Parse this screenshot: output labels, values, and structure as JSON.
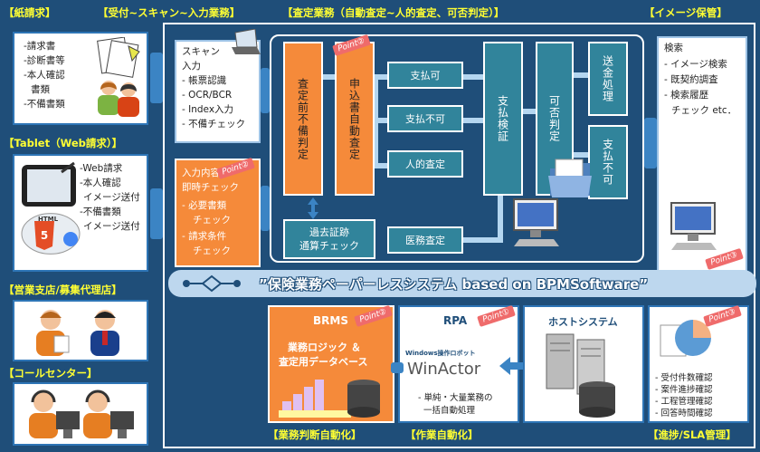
{
  "headers": {
    "paper": "【紙請求】",
    "scan": "【受付~スキャン~入力業務】",
    "assess": "【査定業務（自動査定~人的査定、可否判定）】",
    "image": "【イメージ保管】",
    "tablet": "【Tablet（Web請求）】",
    "branch": "【営業支店/募集代理店】",
    "callcenter": "【コールセンター】"
  },
  "paper_items": [
    "-請求書",
    "-診断書等",
    "-本人確認",
    "書類",
    "-不備書類"
  ],
  "tablet_items": [
    "-Web請求",
    "-本人確認",
    "イメージ送付",
    "-不備書類",
    "イメージ送付"
  ],
  "html_badge": "HTML",
  "scan_box": {
    "lines": [
      "スキャン",
      "入力",
      "- 帳票認識",
      "- OCR/BCR",
      "- Index入力",
      "- 不備チェック"
    ]
  },
  "input_box": {
    "lines": [
      "入力内容",
      "即時チェック",
      "- 必要書類",
      "チェック",
      "- 請求条件",
      "チェック"
    ],
    "point": "Point②"
  },
  "pre_check": {
    "label": "査定前不備判定"
  },
  "auto_assess": {
    "label": "申込書自動査定",
    "point": "Point②"
  },
  "pay_ok": "支払可",
  "pay_ng": "支払不可",
  "human_assess": "人的査定",
  "medical": "医務査定",
  "past_check": [
    "過去証跡",
    "通算チェック"
  ],
  "pay_verify": "支払検証",
  "judge": "可否判定",
  "remit": "送金処理",
  "pay_ng2": "支払不可",
  "image_box": {
    "lines": [
      "検索",
      "- イメージ検索",
      "- 既契約調査",
      "- 検索履歴",
      "チェック etc．"
    ],
    "point": "Point③"
  },
  "banner": "”保険業務ペーパーレスシステム based on BPMSoftware”",
  "brms": {
    "title": "BRMS",
    "point": "Point②",
    "lines": [
      "業務ロジック ＆",
      "査定用データベース"
    ],
    "footer": "【業務判断自動化】"
  },
  "rpa": {
    "title": "RPA",
    "point": "Point①",
    "logo_small": "Windows操作ロボット",
    "logo_big": "WinActor",
    "lines": [
      "- 単純・大量業務の",
      "一括自動処理"
    ],
    "footer": "【作業自動化】"
  },
  "host": {
    "title": "ホストシステム"
  },
  "sla": {
    "point": "Point③",
    "lines": [
      "- 受付件数確認",
      "- 案件進捗確認",
      "- 工程管理確認",
      "- 回答時間確認"
    ],
    "footer": "【進捗/SLA管理】"
  },
  "colors": {
    "navy": "#1f4e79",
    "teal": "#31849b",
    "orange": "#f58a3a",
    "header": "#ffff33",
    "point": "#ef6b6b"
  }
}
